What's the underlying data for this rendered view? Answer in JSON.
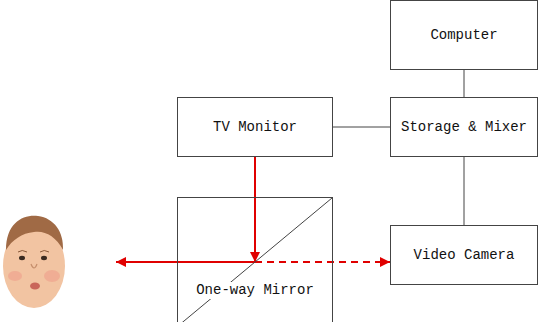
{
  "diagram": {
    "nodes": [
      {
        "text": [
          "Computer"
        ]
      },
      {
        "text": [
          "TV Monitor"
        ]
      },
      {
        "text": [
          "Storage & Mixer"
        ]
      },
      {
        "text": [
          "One-way Mirror"
        ]
      },
      {
        "text": [
          "Video Camera"
        ]
      }
    ],
    "edges": [
      {
        "from": 0,
        "to": 2,
        "arrow": "none"
      },
      {
        "from": 1,
        "to": 2,
        "arrow": "none"
      },
      {
        "from": 2,
        "to": 4,
        "arrow": "none"
      },
      {
        "from": 1,
        "to": 3,
        "arrow": "to"
      },
      {
        "from": 3,
        "to": 4,
        "arrow": "to"
      }
    ]
  }
}
